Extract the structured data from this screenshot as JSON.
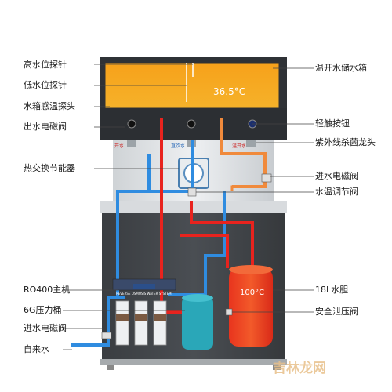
{
  "labels_left": [
    {
      "text": "高水位探针"
    },
    {
      "text": "低水位探针"
    },
    {
      "text": "水箱感温探头"
    },
    {
      "text": "出水电磁阀"
    },
    {
      "text": "热交换节能器"
    },
    {
      "text": "RO400主机"
    },
    {
      "text": "6G压力桶"
    },
    {
      "text": "进水电磁阀"
    },
    {
      "text": "自来水"
    }
  ],
  "labels_right": [
    {
      "text": "温开水储水箱"
    },
    {
      "text": "轻触按钮"
    },
    {
      "text": "紫外线杀菌龙头"
    },
    {
      "text": "进水电磁阀"
    },
    {
      "text": "水温调节阀"
    },
    {
      "text": "18L水胆"
    },
    {
      "text": "安全泄压阀"
    }
  ],
  "tank": {
    "temperature": "36.5°C"
  },
  "boiler": {
    "temperature": "100°C"
  },
  "taps": {
    "hot": "开水",
    "direct": "直饮水",
    "warm": "温开水"
  },
  "ro_unit": {
    "brand": "REVERSE OSMOSIS WATER SYSTEM"
  },
  "watermark": "吉林龙网",
  "colors": {
    "hot": "#e8231e",
    "cold": "#2f8ce0",
    "warm": "#f08a3c",
    "tank_fill": "#f7a11a",
    "cabinet": "#3f4347"
  }
}
